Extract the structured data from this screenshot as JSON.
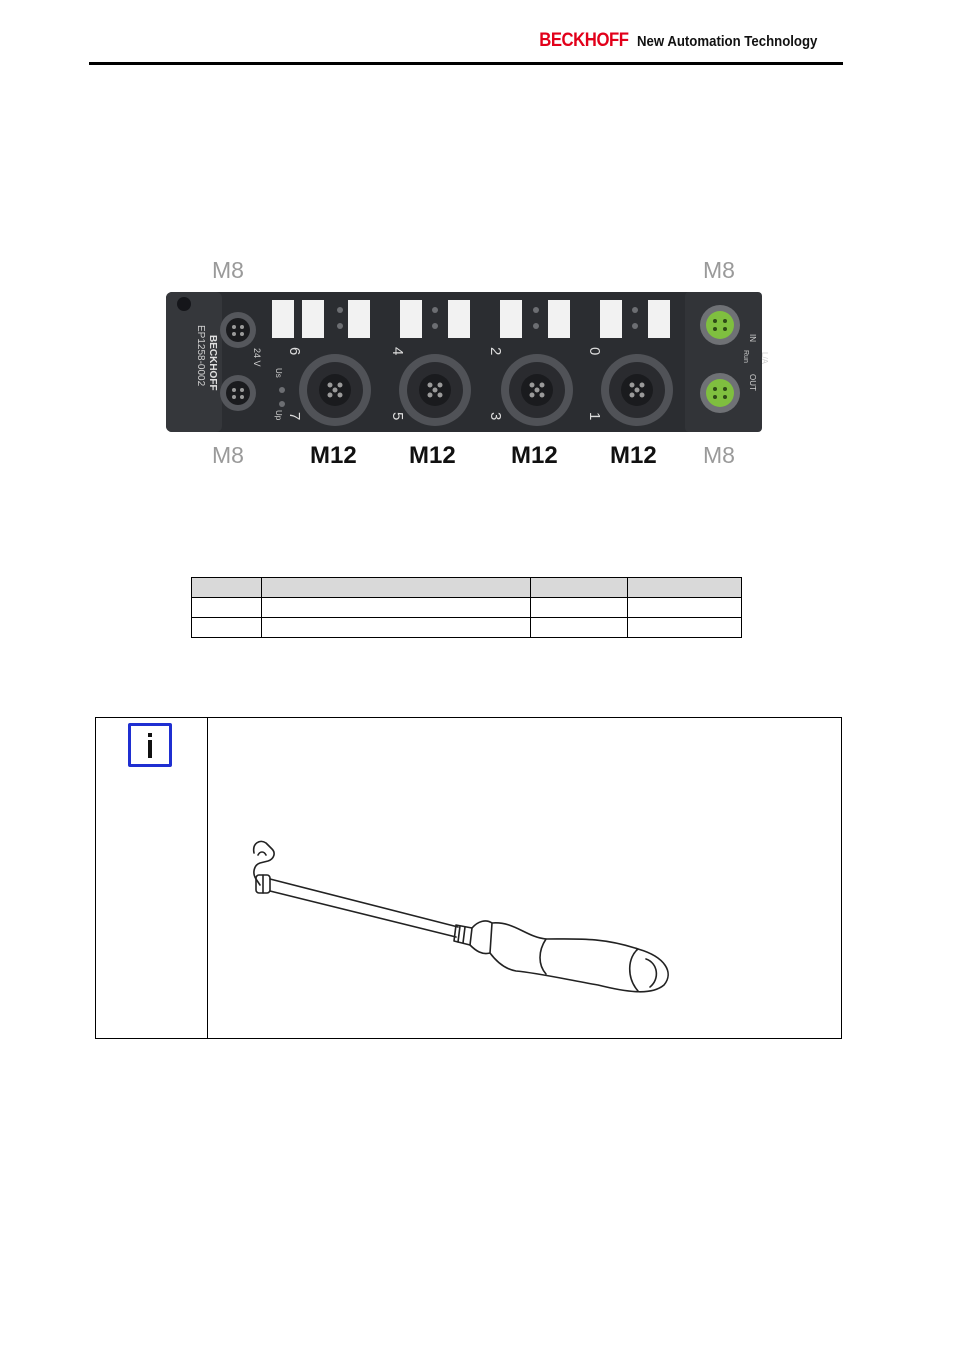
{
  "header": {
    "brand": "BECKHOFF",
    "tagline": "New Automation Technology"
  },
  "device_figure": {
    "m8_top_left": "M8",
    "m8_top_right": "M8",
    "m8_bottom_left": "M8",
    "m8_bottom_right": "M8",
    "m12_labels": [
      "M12",
      "M12",
      "M12",
      "M12"
    ],
    "side_model": "EP1258-0002",
    "side_brand": "BECKHOFF",
    "supply_label": "24 V",
    "us_label": "Us",
    "up_label": "Up",
    "port_numbers_top": [
      "6",
      "4",
      "2",
      "0"
    ],
    "port_numbers_bottom": [
      "7",
      "5",
      "3",
      "1"
    ],
    "right_labels": [
      "IN",
      "L/A",
      "Run",
      "OUT"
    ]
  },
  "colors": {
    "brand_red": "#e2001a",
    "info_blue": "#1f2fd1",
    "connector_green": "#7fbf3f",
    "device_body": "#2b2d31"
  },
  "icons": {
    "note": "info-icon",
    "tool": "screwdriver-icon"
  }
}
